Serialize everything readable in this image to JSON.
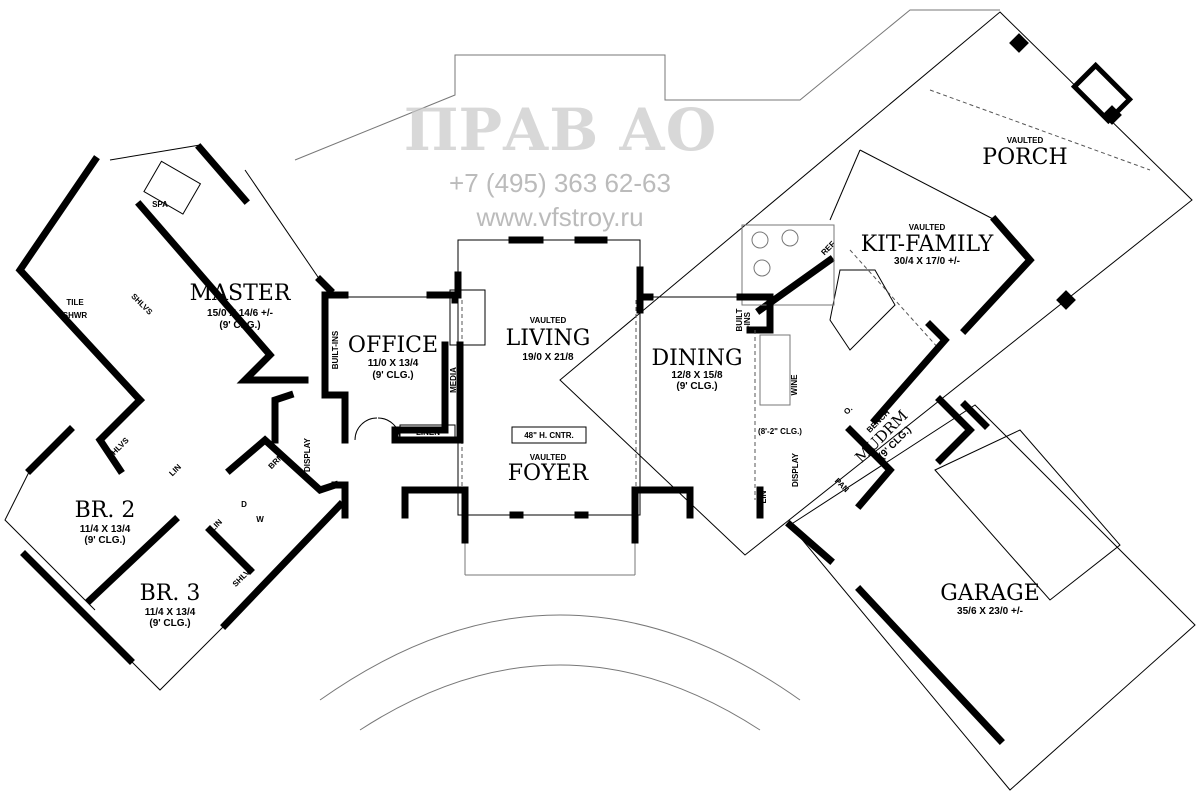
{
  "rooms": {
    "master": {
      "name": "MASTER",
      "size": "15/0 X 14/6 +/-",
      "ceiling": "(9' CLG.)"
    },
    "office": {
      "name": "OFFICE",
      "size": "11/0 X 13/4",
      "ceiling": "(9' CLG.)"
    },
    "living": {
      "prefix": "VAULTED",
      "name": "LIVING",
      "size": "19/0 X 21/8"
    },
    "dining": {
      "name": "DINING",
      "size": "12/8 X 15/8",
      "ceiling": "(9' CLG.)"
    },
    "kitchen": {
      "prefix": "VAULTED",
      "name": "KIT-FAMILY",
      "size": "30/4 X 17/0 +/-"
    },
    "porch": {
      "prefix": "VAULTED",
      "name": "PORCH"
    },
    "foyer": {
      "prefix": "VAULTED",
      "name": "FOYER"
    },
    "br2": {
      "name": "BR. 2",
      "size": "11/4 X 13/4",
      "ceiling": "(9' CLG.)"
    },
    "br3": {
      "name": "BR. 3",
      "size": "11/4 X 13/4",
      "ceiling": "(9' CLG.)"
    },
    "garage": {
      "name": "GARAGE",
      "size": "35/6 X 23/0 +/-"
    },
    "mudroom": {
      "name": "MUDRM",
      "ceiling": "(9' CLG.)"
    }
  },
  "labels": {
    "spa": "SPA",
    "tile": "TILE",
    "shwr": "SHWR",
    "shlvs": "SHLVS",
    "built_ins": "BUILT-INS",
    "built": "BUILT",
    "ins": "-INS",
    "media": "MEDIA",
    "linen": "LINEN",
    "lin": "LIN",
    "brm": "BRM",
    "display": "DISPLAY",
    "d": "D",
    "w": "W",
    "center": "48\" H. CNTR.",
    "ref": "REF",
    "wine": "WINE",
    "o": "O.",
    "bench": "BENCH",
    "pan": "PAN",
    "dining_clg": "(8'-2\" CLG.)"
  },
  "watermark": {
    "logo": "ПРАВ АО",
    "phone": "+7 (495) 363 62-63",
    "url": "www.vfstroy.ru"
  }
}
